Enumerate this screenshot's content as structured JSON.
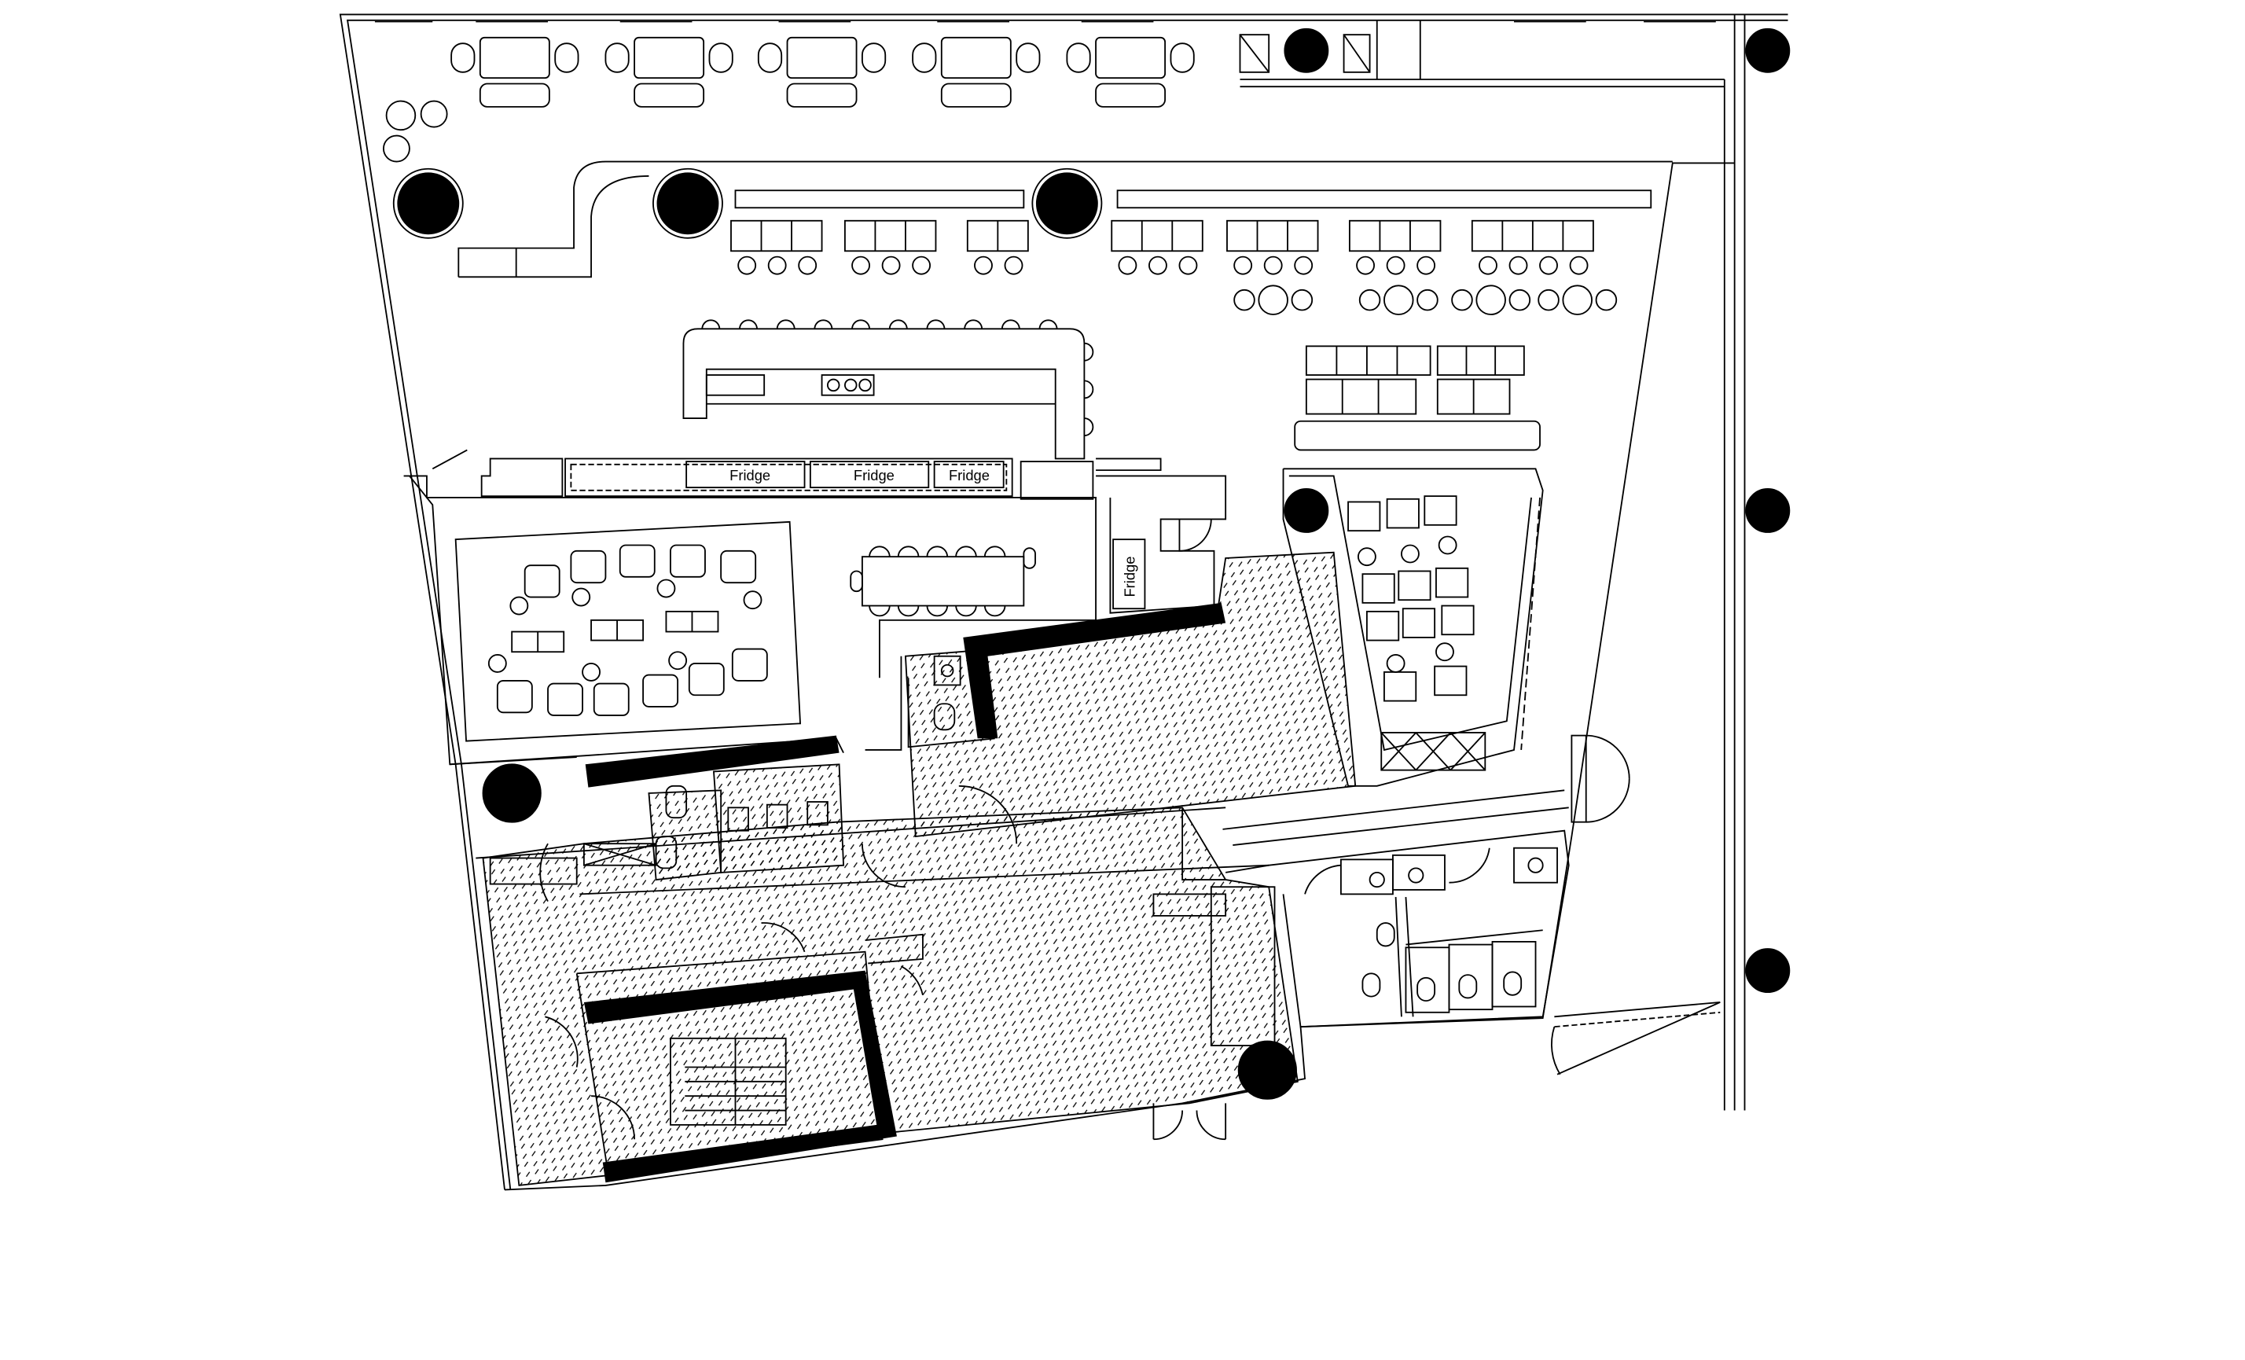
{
  "drawing": {
    "type": "architectural floor plan",
    "labels": {
      "fridge_1": "Fridge",
      "fridge_2": "Fridge",
      "fridge_3": "Fridge",
      "fridge_4": "Fridge"
    }
  },
  "colors": {
    "line": "#000000",
    "background": "#ffffff",
    "solid_wall": "#000000"
  }
}
